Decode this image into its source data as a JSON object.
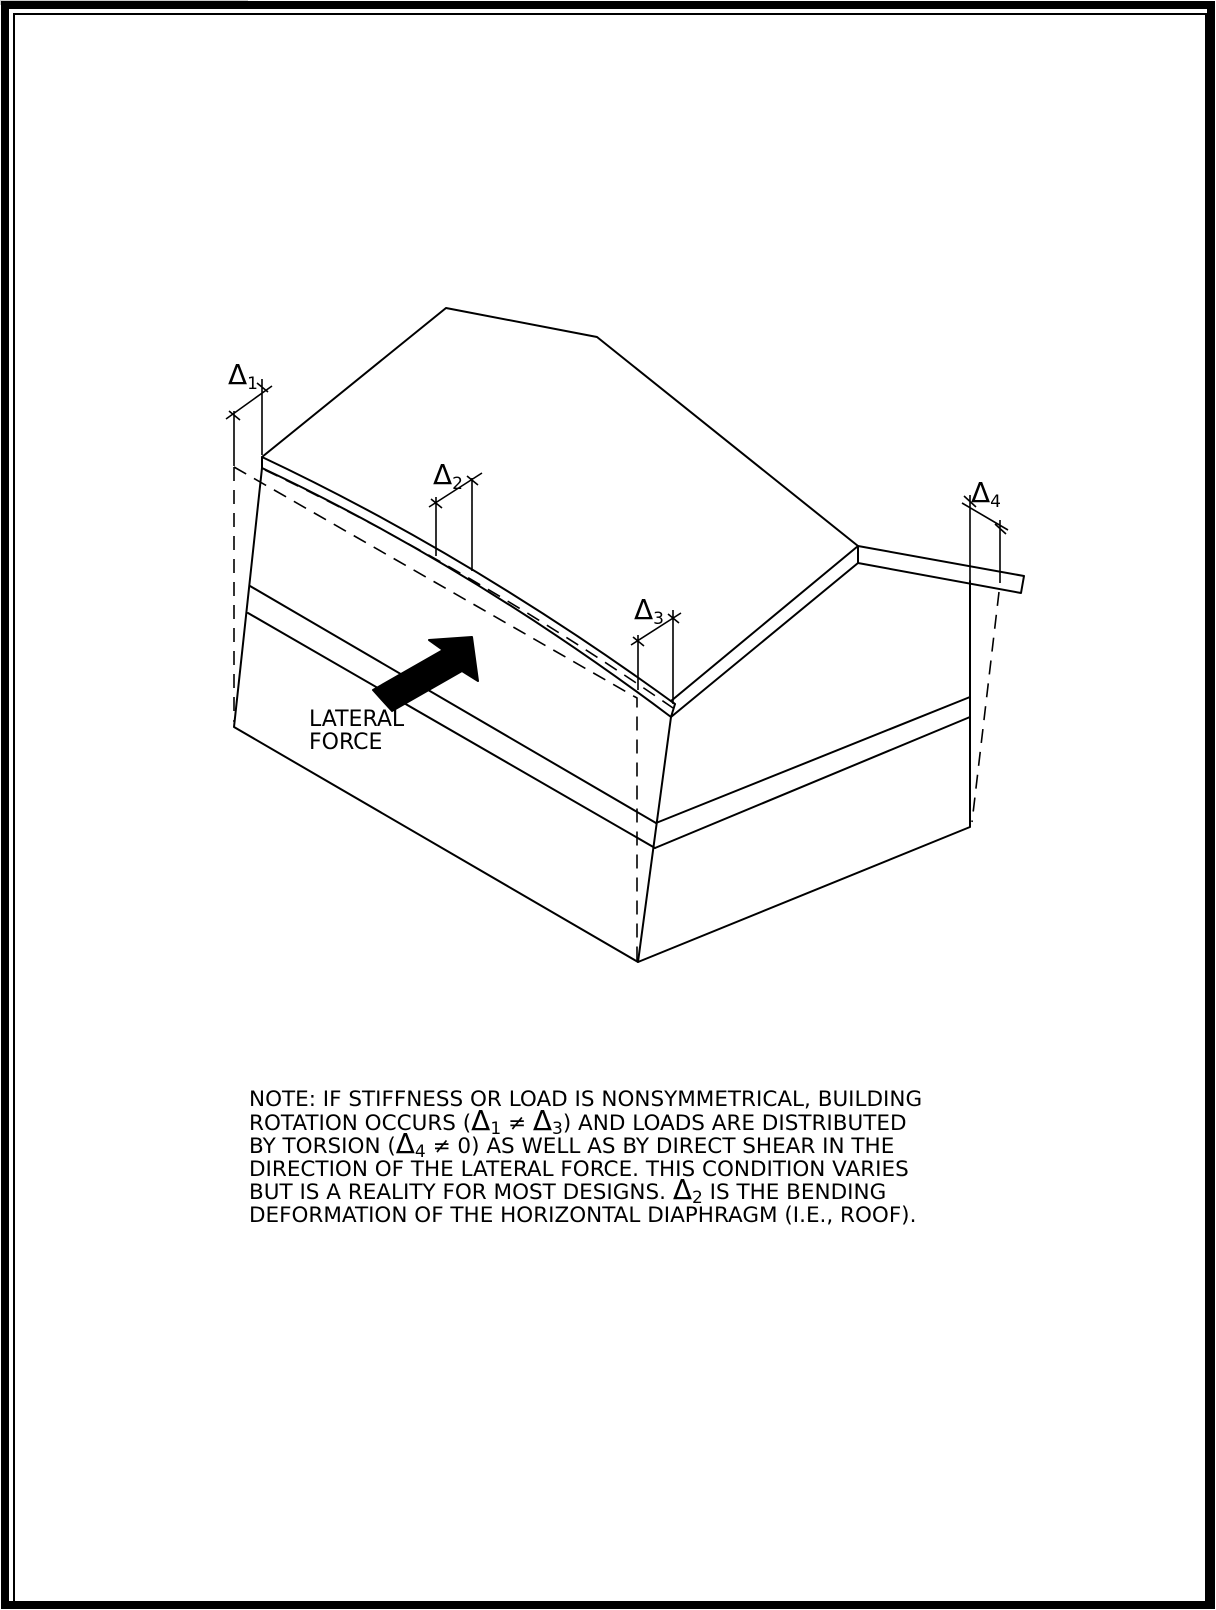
{
  "diagram": {
    "label_lateral_force": [
      "LATERAL",
      "FORCE"
    ],
    "delta_symbol": "Δ",
    "deltas": [
      "1",
      "2",
      "3",
      "4"
    ]
  },
  "note": {
    "lines": [
      "NOTE:  IF STIFFNESS OR LOAD IS NONSYMMETRICAL, BUILDING",
      [
        "ROTATION OCCURS (",
        "Δ",
        "1",
        " ≠ ",
        "Δ",
        "3",
        ") AND LOADS ARE DISTRIBUTED"
      ],
      [
        "BY TORSION (",
        "Δ",
        "4",
        " ≠ 0) AS WELL AS BY DIRECT SHEAR IN THE"
      ],
      "DIRECTION OF THE LATERAL FORCE.  THIS CONDITION VARIES",
      [
        "BUT IS A REALITY FOR MOST DESIGNS.  ",
        "Δ",
        "2",
        " IS THE BENDING"
      ],
      "DEFORMATION OF THE HORIZONTAL DIAPHRAGM (I.E., ROOF)."
    ]
  },
  "colors": {
    "ink": "#000000",
    "paper": "#ffffff",
    "top_strip": "#cccccc"
  }
}
